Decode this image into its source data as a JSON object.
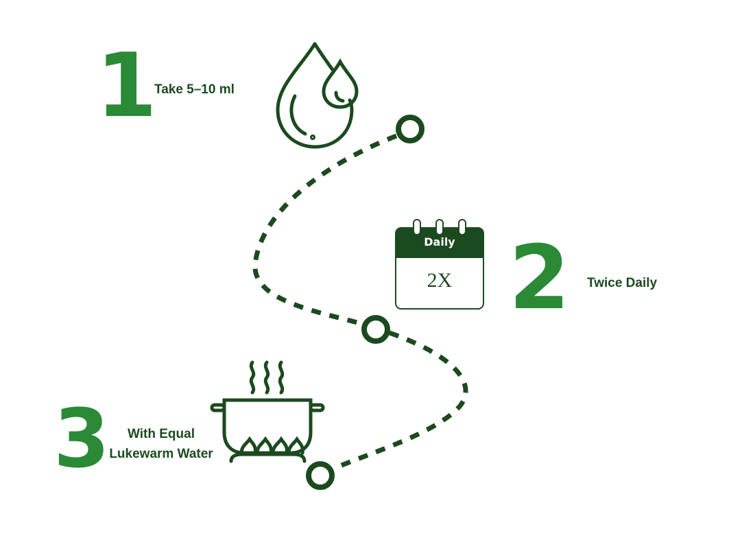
{
  "colors": {
    "dark_green": "#1c4a1f",
    "accent_green": "#2a8a36"
  },
  "steps": [
    {
      "number": "1",
      "label": "Take 5–10 ml",
      "icon": "water-drops-icon"
    },
    {
      "number": "2",
      "label": "Twice Daily",
      "icon": "calendar-icon",
      "calendar_header": "Daily",
      "calendar_value": "2X"
    },
    {
      "number": "3",
      "label_line1": "With Equal",
      "label_line2": "Lukewarm Water",
      "icon": "cooking-pot-icon"
    }
  ]
}
